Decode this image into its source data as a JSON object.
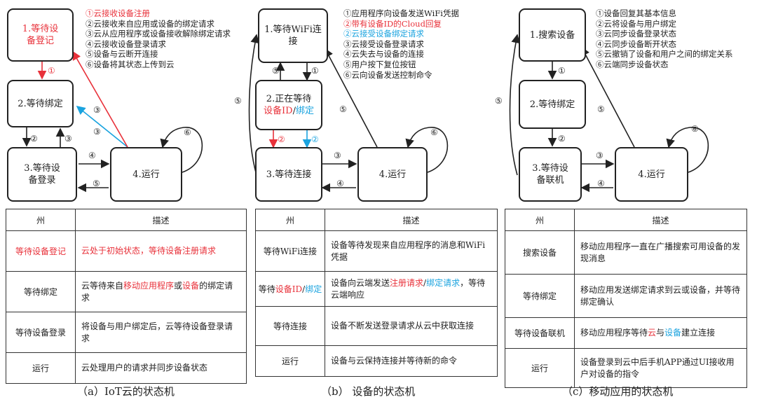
{
  "colors": {
    "red": "#e8313a",
    "blue": "#1aa3df",
    "line": "#222222"
  },
  "panel_a": {
    "caption": "（a）IoT云的状态机",
    "states": {
      "s1": "1.等待设备登记",
      "s2": "2.等待绑定",
      "s3": "3.等待设备登录",
      "s4": "4.运行"
    },
    "legend": [
      "①云接收设备注册",
      "②云接收来自应用或设备的绑定请求",
      "③云从应用程序或设备接收解除绑定请求",
      "④云接收设备登录请求",
      "⑤设备与云断开连接",
      "⑥设备将其状态上传到云"
    ],
    "table": {
      "header_state": "州",
      "header_desc": "描述",
      "rows": [
        {
          "state": "等待设备登记",
          "desc": "云处于初始状态，等待设备注册请求"
        },
        {
          "state": "等待绑定",
          "desc_pre": "云等待来自",
          "desc_red": "移动应用程序",
          "desc_mid": "或",
          "desc_red2": "设备",
          "desc_post": "的绑定请求"
        },
        {
          "state": "等待设备登录",
          "desc": "将设备与用户绑定后，云等待设备登录请求"
        },
        {
          "state": "运行",
          "desc": "云处理用户的请求并同步设备状态"
        }
      ]
    }
  },
  "panel_b": {
    "caption": "（b） 设备的状态机",
    "states": {
      "s1": "1.等待WiFi连接",
      "s2_line1": "2.正在等待",
      "s2_red": "设备ID",
      "s2_sep": "/",
      "s2_blue": "绑定",
      "s3": "3.等待连接",
      "s4": "4.运行"
    },
    "legend": [
      "①应用程序向设备发送WiFi凭据",
      "②带有设备ID的Cloud回复",
      "②云接受设备绑定请求",
      "③云接受设备登录请求",
      "④云失去与设备的连接",
      "⑤用户按下复位按钮",
      "⑥云向设备发送控制命令"
    ],
    "table": {
      "header_state": "州",
      "header_desc": "描述",
      "rows": [
        {
          "state": "等待WiFi连接",
          "desc": "设备等待发现来自应用程序的消息和WiFi凭据"
        },
        {
          "state_pre": "等待",
          "state_red": "设备ID",
          "state_sep": "/",
          "state_blue": "绑定",
          "desc_pre": "设备向云端发送",
          "desc_red": "注册请求",
          "desc_sep": "/",
          "desc_blue": "绑定请求",
          "desc_post": "，等待云端响应"
        },
        {
          "state": "等待连接",
          "desc": "设备不断发送登录请求从云中获取连接"
        },
        {
          "state": "运行",
          "desc": "设备与云保持连接并等待新的命令"
        }
      ]
    }
  },
  "panel_c": {
    "caption": "（c）移动应用的状态机",
    "states": {
      "s1": "1.搜索设备",
      "s2": "2.等待绑定",
      "s3": "3.等待设备联机",
      "s4": "4.运行"
    },
    "legend": [
      "①设备回复其基本信息",
      "②云将设备与用户绑定",
      "③云同步设备登录状态",
      "④云同步设备断开状态",
      "⑤云撤销了设备和用户之间的绑定关系",
      "⑥云端同步设备状态"
    ],
    "table": {
      "header_state": "州",
      "header_desc": "描述",
      "rows": [
        {
          "state": "搜索设备",
          "desc": "移动应用程序一直在广播搜索可用设备的发现消息"
        },
        {
          "state": "等待绑定",
          "desc": "移动应用发送绑定请求到云或设备，并等待绑定确认"
        },
        {
          "state": "等待设备联机",
          "desc_pre": "移动应用程序等待",
          "desc_red": "云",
          "desc_mid": "与",
          "desc_blue": "设备",
          "desc_post": "建立连接"
        },
        {
          "state": "运行",
          "desc": "设备登录到云中后手机APP通过UI接收用户对设备的指令"
        }
      ]
    }
  },
  "arrow_labels": {
    "n1": "①",
    "n2": "②",
    "n3": "③",
    "n4": "④",
    "n5": "⑤",
    "n6": "⑥"
  }
}
